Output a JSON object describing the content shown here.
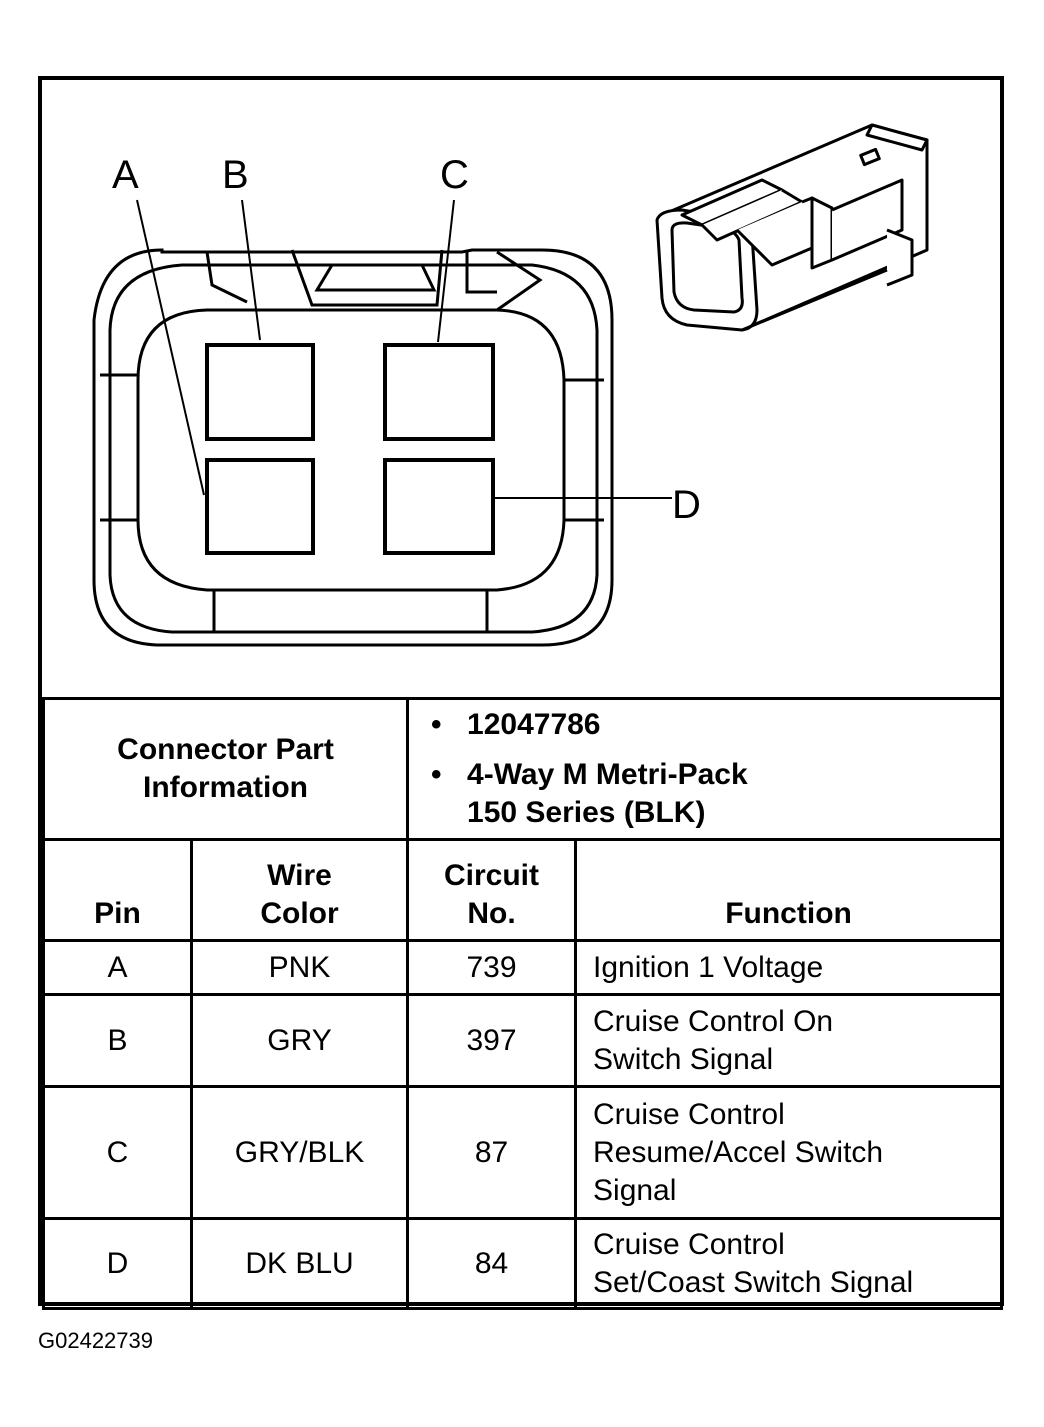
{
  "diagram": {
    "pin_labels": [
      "A",
      "B",
      "C",
      "D"
    ]
  },
  "connector_info": {
    "label": "Connector Part Information",
    "label_line1": "Connector Part",
    "label_line2": "Information",
    "items": [
      {
        "line1": "12047786",
        "line2": ""
      },
      {
        "line1": "4-Way M Metri-Pack",
        "line2": "150 Series (BLK)"
      }
    ]
  },
  "table": {
    "headers": {
      "pin": "Pin",
      "wire_color_line1": "Wire",
      "wire_color_line2": "Color",
      "circuit_line1": "Circuit",
      "circuit_line2": "No.",
      "function": "Function"
    },
    "rows": [
      {
        "pin": "A",
        "wire_color": "PNK",
        "circuit": "739",
        "function_lines": [
          "Ignition 1 Voltage"
        ]
      },
      {
        "pin": "B",
        "wire_color": "GRY",
        "circuit": "397",
        "function_lines": [
          "Cruise Control On",
          "Switch Signal"
        ]
      },
      {
        "pin": "C",
        "wire_color": "GRY/BLK",
        "circuit": "87",
        "function_lines": [
          "Cruise Control",
          "Resume/Accel Switch",
          "Signal"
        ]
      },
      {
        "pin": "D",
        "wire_color": "DK BLU",
        "circuit": "84",
        "function_lines": [
          "Cruise Control",
          "Set/Coast Switch Signal"
        ]
      }
    ]
  },
  "figure_id": "G02422739"
}
